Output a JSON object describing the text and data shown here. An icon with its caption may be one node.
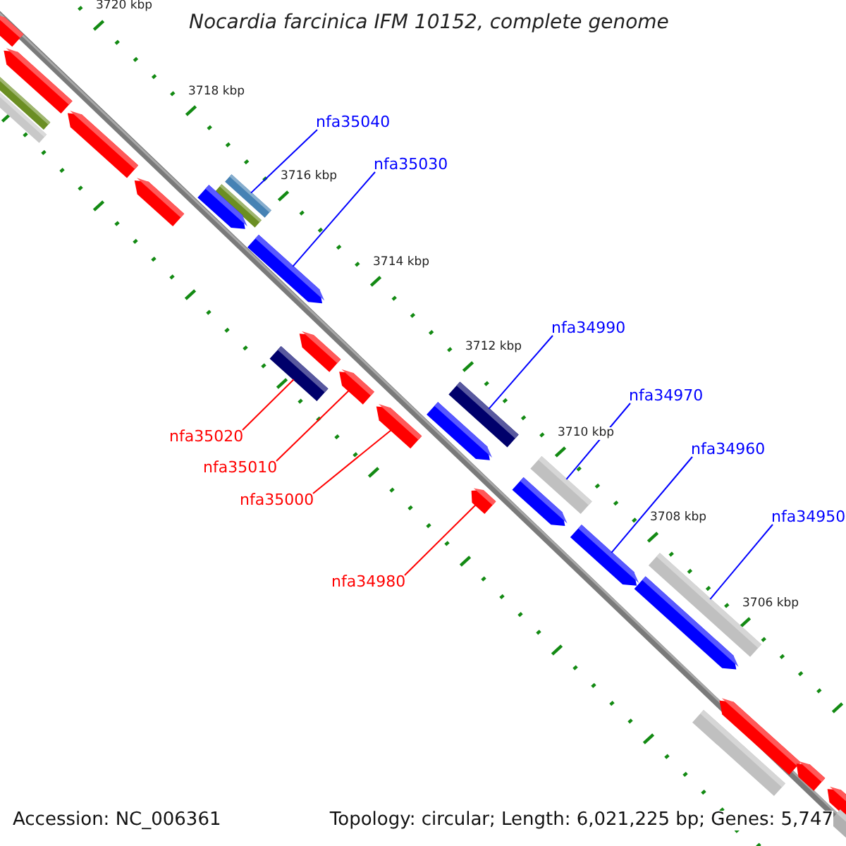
{
  "diagram": {
    "title": "Nocardia farcinica IFM 10152, complete genome",
    "nodes": [
      {
        "text": [
          "nfa35040"
        ]
      },
      {
        "text": [
          "nfa35030"
        ]
      },
      {
        "text": [
          "nfa34990"
        ]
      },
      {
        "text": [
          "nfa34970"
        ]
      },
      {
        "text": [
          "nfa34960"
        ]
      },
      {
        "text": [
          "nfa34950"
        ]
      },
      {
        "text": [
          "nfa35020"
        ]
      },
      {
        "text": [
          "nfa35010"
        ]
      },
      {
        "text": [
          "nfa35000"
        ]
      },
      {
        "text": [
          "nfa34980"
        ]
      },
      {
        "text": [],
        "shape": "bar"
      },
      {
        "text": [],
        "shape": "arrow"
      },
      {
        "text": [],
        "shape": "bar"
      },
      {
        "text": [],
        "shape": "bar"
      },
      {
        "text": [],
        "shape": "arrow"
      },
      {
        "text": [],
        "shape": "bar"
      },
      {
        "text": [],
        "shape": "bar"
      },
      {
        "text": [],
        "shape": "arrow"
      },
      {
        "text": [],
        "shape": "arrow"
      },
      {
        "text": [],
        "shape": "arrow"
      },
      {
        "text": [],
        "shape": "arrow"
      },
      {
        "text": [],
        "shape": "arrow"
      },
      {
        "text": [],
        "shape": "arrow"
      },
      {
        "text": [],
        "shape": "arrow"
      },
      {
        "text": [],
        "shape": "bar"
      },
      {
        "text": [],
        "shape": "bar"
      },
      {
        "text": [],
        "shape": "bar"
      },
      {
        "text": [],
        "shape": "arrow"
      },
      {
        "text": [],
        "shape": "arrow"
      },
      {
        "text": [],
        "shape": "arrow"
      },
      {
        "text": [],
        "shape": "arrow"
      },
      {
        "text": [],
        "shape": "arrow"
      },
      {
        "text": [],
        "shape": "arrow"
      },
      {
        "text": [],
        "shape": "bar"
      },
      {
        "text": [],
        "shape": "arrow"
      },
      {
        "text": [],
        "shape": "arrow"
      },
      {
        "text": [],
        "shape": "bar"
      }
    ],
    "edges": [
      {
        "from": 0,
        "to": 10,
        "arrow": "none"
      },
      {
        "from": 1,
        "to": 11,
        "arrow": "none"
      },
      {
        "from": 2,
        "to": 12,
        "arrow": "none"
      },
      {
        "from": 3,
        "to": 13,
        "arrow": "none"
      },
      {
        "from": 4,
        "to": 14,
        "arrow": "none"
      },
      {
        "from": 5,
        "to": 15,
        "arrow": "none"
      },
      {
        "from": 6,
        "to": 16,
        "arrow": "none",
        "color": "#ff0000"
      },
      {
        "from": 7,
        "to": 17,
        "arrow": "none",
        "color": "#ff0000"
      },
      {
        "from": 8,
        "to": 18,
        "arrow": "none",
        "color": "#ff0000"
      },
      {
        "from": 9,
        "to": 19,
        "arrow": "none",
        "color": "#ff0000"
      }
    ],
    "labels": [
      "3720 kbp",
      "3718 kbp",
      "3716 kbp",
      "3714 kbp",
      "3712 kbp",
      "3710 kbp",
      "3708 kbp",
      "3706 kbp",
      "Accession: NC_006361",
      "Topology: circular; Length: 6,021,225 bp; Genes: 5,747"
    ]
  }
}
